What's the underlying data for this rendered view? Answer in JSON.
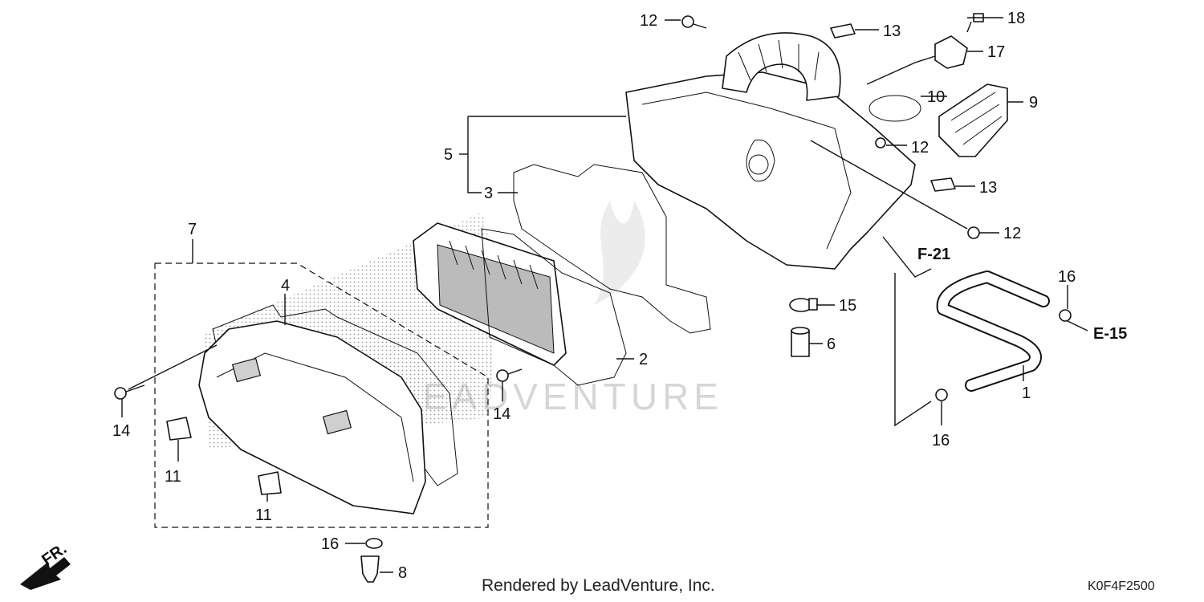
{
  "parts": {
    "p1": "1",
    "p2": "2",
    "p3": "3",
    "p4": "4",
    "p5": "5",
    "p6": "6",
    "p7": "7",
    "p8": "8",
    "p9": "9",
    "p10": "10",
    "p11a": "11",
    "p11b": "11",
    "p12a": "12",
    "p12b": "12",
    "p12c": "12",
    "p13a": "13",
    "p13b": "13",
    "p14a": "14",
    "p14b": "14",
    "p15": "15",
    "p16a": "16",
    "p16b": "16",
    "p16c": "16",
    "p17": "17",
    "p18": "18"
  },
  "refs": {
    "f21": "F-21",
    "e15": "E-15",
    "fr": "FR."
  },
  "watermark": "LEADVENTURE",
  "footer": "Rendered by LeadVenture, Inc.",
  "diagram_code": "K0F4F2500"
}
